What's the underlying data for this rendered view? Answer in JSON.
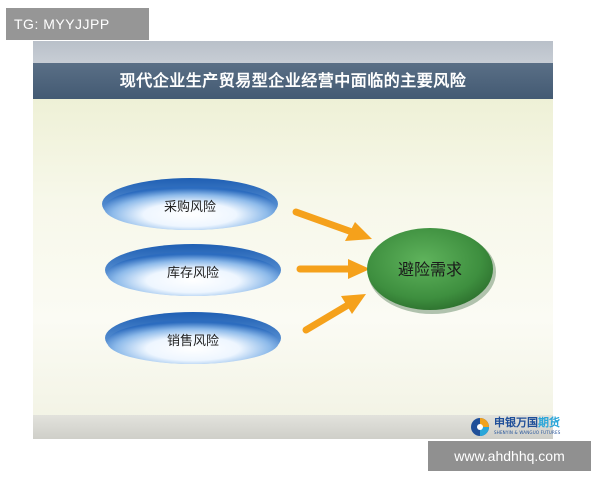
{
  "watermark_top": "TG: MYYJJPP",
  "watermark_bottom": "www.ahdhhq.com",
  "slide": {
    "title": "现代企业生产贸易型企业经营中面临的主要风险",
    "risks": [
      {
        "label": "采购风险"
      },
      {
        "label": "库存风险"
      },
      {
        "label": "销售风险"
      }
    ],
    "result": "避险需求",
    "colors": {
      "title_bar": "#4a6179",
      "ellipse_blue": "#2f6fc0",
      "ellipse_light": "#ffffff",
      "arrow": "#f5a11b",
      "result_green": "#3f9140"
    }
  },
  "logo": {
    "name_part1": "申银万国",
    "name_part2": "期货",
    "tagline": "SHENYIN & WANGUO FUTURES"
  }
}
